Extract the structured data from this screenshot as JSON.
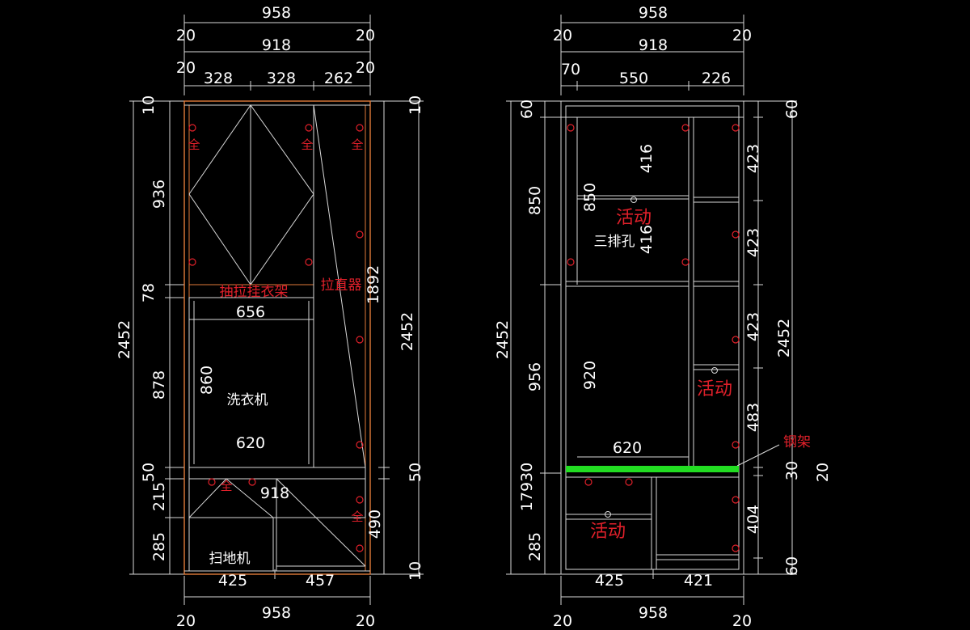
{
  "left": {
    "top_dims": {
      "total": "958",
      "side_l": "20",
      "inner": "918",
      "side_r": "20",
      "row3_l": "20",
      "col1": "328",
      "col2": "328",
      "col3": "262",
      "row3_r": "20"
    },
    "left_dims": {
      "top": "10",
      "upper": "936",
      "rail": "78",
      "overall": "2452",
      "middle": "878",
      "washer_h": "860",
      "plinth": "50",
      "drawer": "215",
      "bottom": "285"
    },
    "right_dims": {
      "top": "10",
      "rod": "1892",
      "overall": "2452",
      "plinth": "50",
      "low_cab": "490",
      "bottom": "10"
    },
    "inner_dims": {
      "w656": "656",
      "w620": "620",
      "w918": "918",
      "w425": "425",
      "w457": "457"
    },
    "bottom_dims": {
      "l": "20",
      "total": "958",
      "r": "20"
    },
    "labels": {
      "pull_hanger": "抽拉挂衣架",
      "rod_label": "拉直器",
      "washer": "洗衣机",
      "vacuum": "扫地机",
      "hinge": "全"
    }
  },
  "right": {
    "top_dims": {
      "total": "958",
      "side_l": "20",
      "inner": "918",
      "side_r": "20",
      "c1": "70",
      "c2": "550",
      "c3": "226"
    },
    "left_dims": {
      "top": "60",
      "upper": "850",
      "overall": "2452",
      "middle": "956",
      "combo": "17930",
      "bottom": "285"
    },
    "inner_dims": {
      "h416a": "416",
      "h850": "850",
      "h416b": "416",
      "h920": "920",
      "w620": "620",
      "w425": "425",
      "w421": "421"
    },
    "right_dims": {
      "top": "60",
      "s1": "423",
      "s2": "423",
      "s3": "423",
      "overall": "2452",
      "s4": "483",
      "gap": "30",
      "gap2": "20",
      "s5": "404",
      "bottom": "60"
    },
    "bottom_dims": {
      "l": "20",
      "total": "958",
      "r": "20"
    },
    "labels": {
      "movable1": "活动",
      "three_holes": "三排孔",
      "movable2": "活动",
      "movable3": "活动",
      "steel": "钢架"
    }
  }
}
